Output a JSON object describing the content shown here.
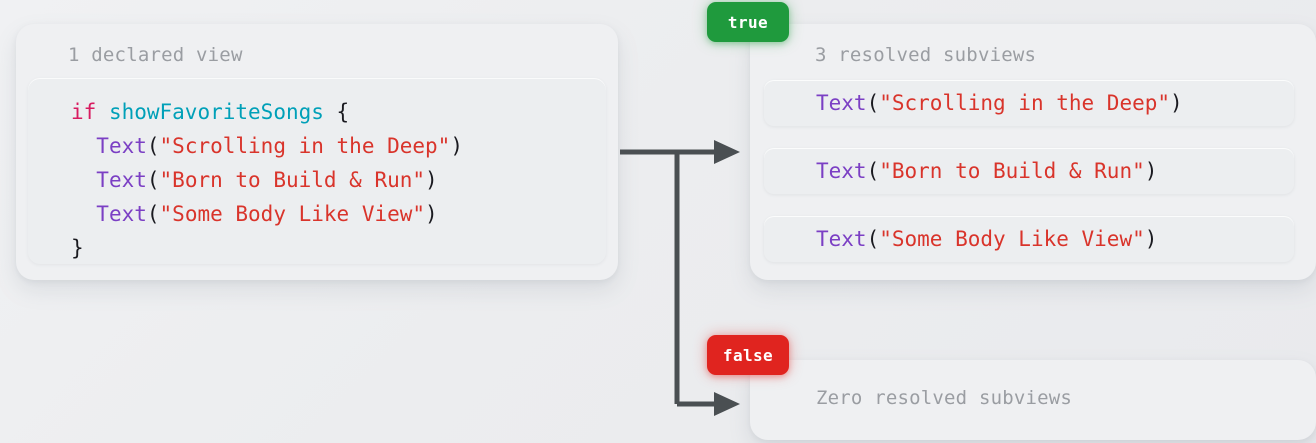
{
  "theme": {
    "background": "#EDEEF0",
    "card_bg": "#EFF0F2",
    "code_bg": "#ECEEF0",
    "title_color": "#9A9DA2",
    "keyword_color": "#D81B60",
    "variable_color": "#00A0B8",
    "type_color": "#7B3FC4",
    "string_color": "#D9342B",
    "punct_color": "#1A1A20",
    "badge_true_color": "#1F9A3D",
    "badge_false_color": "#E0241F",
    "arrow_color": "#4A4F52"
  },
  "declared": {
    "title": "1 declared view",
    "code_lines": [
      {
        "id": "l0",
        "tokens": [
          {
            "t": "if",
            "c": "kw"
          },
          {
            "t": " ",
            "c": "plain"
          },
          {
            "t": "showFavoriteSongs",
            "c": "var"
          },
          {
            "t": " {",
            "c": "plain"
          }
        ]
      },
      {
        "id": "l1",
        "tokens": [
          {
            "t": "  ",
            "c": "plain"
          },
          {
            "t": "Text",
            "c": "type"
          },
          {
            "t": "(",
            "c": "punct"
          },
          {
            "t": "\"Scrolling in the Deep\"",
            "c": "str"
          },
          {
            "t": ")",
            "c": "punct"
          }
        ]
      },
      {
        "id": "l2",
        "tokens": [
          {
            "t": "  ",
            "c": "plain"
          },
          {
            "t": "Text",
            "c": "type"
          },
          {
            "t": "(",
            "c": "punct"
          },
          {
            "t": "\"Born to Build & Run\"",
            "c": "str"
          },
          {
            "t": ")",
            "c": "punct"
          }
        ]
      },
      {
        "id": "l3",
        "tokens": [
          {
            "t": "  ",
            "c": "plain"
          },
          {
            "t": "Text",
            "c": "type"
          },
          {
            "t": "(",
            "c": "punct"
          },
          {
            "t": "\"Some Body Like View\"",
            "c": "str"
          },
          {
            "t": ")",
            "c": "punct"
          }
        ]
      },
      {
        "id": "l4",
        "tokens": [
          {
            "t": "}",
            "c": "plain"
          }
        ]
      }
    ]
  },
  "branch_true": {
    "badge_label": "true",
    "title": "3 resolved subviews",
    "subviews": [
      {
        "tokens": [
          {
            "t": "Text",
            "c": "type"
          },
          {
            "t": "(",
            "c": "punct"
          },
          {
            "t": "\"Scrolling in the Deep\"",
            "c": "str"
          },
          {
            "t": ")",
            "c": "punct"
          }
        ]
      },
      {
        "tokens": [
          {
            "t": "Text",
            "c": "type"
          },
          {
            "t": "(",
            "c": "punct"
          },
          {
            "t": "\"Born to Build & Run\"",
            "c": "str"
          },
          {
            "t": ")",
            "c": "punct"
          }
        ]
      },
      {
        "tokens": [
          {
            "t": "Text",
            "c": "type"
          },
          {
            "t": "(",
            "c": "punct"
          },
          {
            "t": "\"Some Body Like View\"",
            "c": "str"
          },
          {
            "t": ")",
            "c": "punct"
          }
        ]
      }
    ]
  },
  "branch_false": {
    "badge_label": "false",
    "title": "Zero resolved subviews"
  },
  "connector": {
    "icon": "branching-arrow-icon",
    "arrowheads": 2
  }
}
